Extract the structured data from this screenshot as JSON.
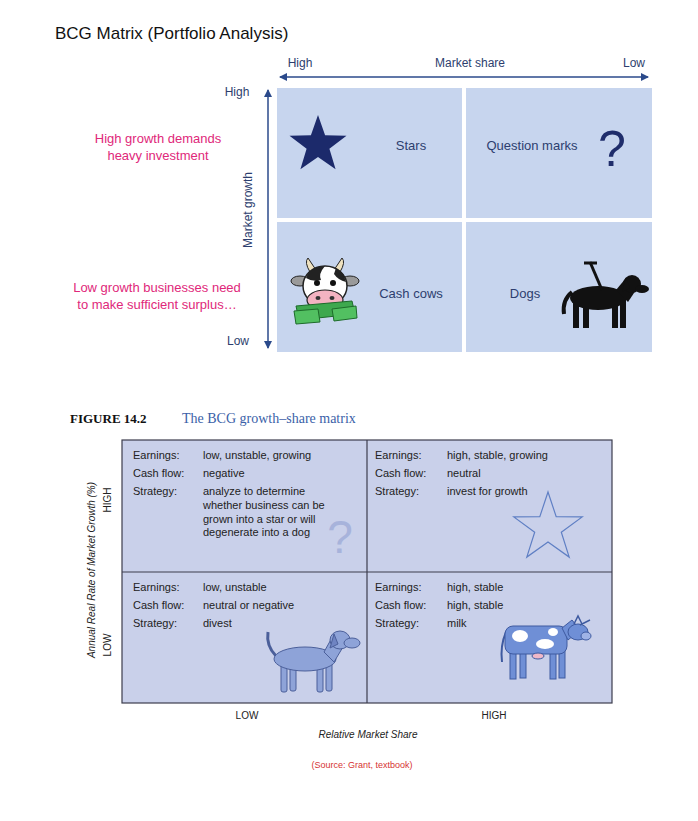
{
  "diagram": {
    "title": "BCG Matrix (Portfolio Analysis)",
    "caption": "The BCG growth–share matrix",
    "nodes": [
      {
        "text": [
          "Stars"
        ]
      },
      {
        "text": [
          "Question marks",
          "?"
        ]
      },
      {
        "text": [
          "Cash cows"
        ]
      },
      {
        "text": [
          "Dogs"
        ]
      },
      {
        "text": [
          "Earnings:",
          "low, unstable, growing",
          "Cash flow:",
          "negative",
          "Strategy:",
          "analyze to determine whether business can be grown into a star or will degenerate into a dog",
          "?"
        ]
      },
      {
        "text": [
          "Earnings:",
          "high, stable, growing",
          "Cash flow:",
          "neutral",
          "Strategy:",
          "invest for growth"
        ]
      },
      {
        "text": [
          "Earnings:",
          "low, unstable",
          "Cash flow:",
          "neutral or negative",
          "Strategy:",
          "divest"
        ]
      },
      {
        "text": [
          "Earnings:",
          "high, stable",
          "Cash flow:",
          "high, stable",
          "Strategy:",
          "milk"
        ]
      }
    ],
    "labels": [
      "High",
      "Market share",
      "Low",
      "High",
      "Market growth",
      "Low",
      "High growth demands heavy investment",
      "Low growth businesses need to make sufficient surplus…",
      "FIGURE 14.2",
      "Annual Real Rate of Market Growth (%)",
      "HIGH",
      "LOW",
      "LOW",
      "HIGH",
      "Relative Market Share",
      "(Source: Grant, textbook)"
    ]
  }
}
